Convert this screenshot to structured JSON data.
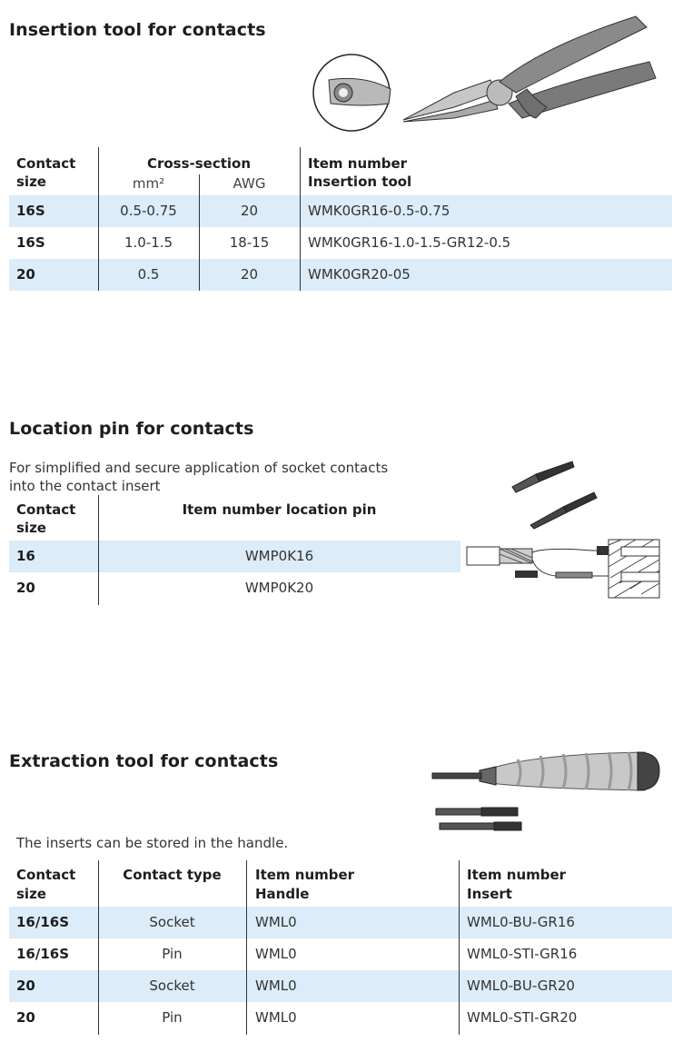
{
  "section1": {
    "title": "Insertion tool for contacts",
    "headers": {
      "contact_l1": "Contact",
      "contact_l2": "size",
      "cross": "Cross-section",
      "mm": "mm²",
      "awg": "AWG",
      "item_l1": "Item number",
      "item_l2": "Insertion tool"
    },
    "rows": [
      {
        "size": "16S",
        "mm": "0.5-0.75",
        "awg": "20",
        "item": "WMK0GR16-0.5-0.75"
      },
      {
        "size": "16S",
        "mm": "1.0-1.5",
        "awg": "18-15",
        "item": "WMK0GR16-1.0-1.5-GR12-0.5"
      },
      {
        "size": "20",
        "mm": "0.5",
        "awg": "20",
        "item": "WMK0GR20-05"
      }
    ]
  },
  "section2": {
    "title": "Location pin for contacts",
    "intro_l1": "For simplified and secure application of socket contacts",
    "intro_l2": "into the contact insert",
    "headers": {
      "contact_l1": "Contact",
      "contact_l2": "size",
      "item": "Item number location pin"
    },
    "rows": [
      {
        "size": "16",
        "item": "WMP0K16"
      },
      {
        "size": "20",
        "item": "WMP0K20"
      }
    ]
  },
  "section3": {
    "title": "Extraction tool for contacts",
    "intro": "The inserts can be stored in the handle.",
    "headers": {
      "contact_l1": "Contact",
      "contact_l2": "size",
      "type": "Contact type",
      "handle_l1": "Item number",
      "handle_l2": "Handle",
      "insert_l1": "Item number",
      "insert_l2": "Insert"
    },
    "rows": [
      {
        "size": "16/16S",
        "type": "Socket",
        "handle": "WML0",
        "insert": "WML0-BU-GR16"
      },
      {
        "size": "16/16S",
        "type": "Pin",
        "handle": "WML0",
        "insert": "WML0-STI-GR16"
      },
      {
        "size": "20",
        "type": "Socket",
        "handle": "WML0",
        "insert": "WML0-BU-GR20"
      },
      {
        "size": "20",
        "type": "Pin",
        "handle": "WML0",
        "insert": "WML0-STI-GR20"
      }
    ]
  },
  "colors": {
    "row_shade": "#dcecf8",
    "text": "#222222"
  },
  "icons": [
    "pliers-illustration",
    "location-pin-illustration",
    "extraction-tool-illustration"
  ]
}
